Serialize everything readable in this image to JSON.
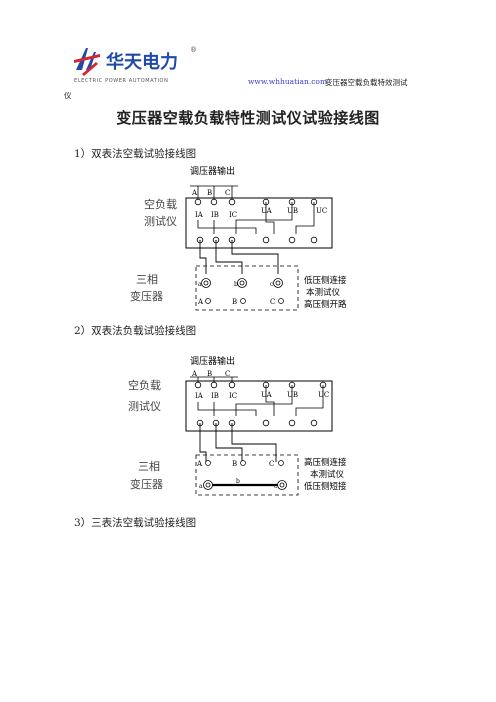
{
  "header": {
    "company": "华天电力",
    "company_en": "ELECTRIC POWER AUTOMATION",
    "registered": "®",
    "website": "www.whhuatian.com",
    "product": "变压器空载负载特效测试",
    "product_wrap": "仪"
  },
  "title": "变压器空载负载特性测试仪试验接线图",
  "sections": [
    {
      "heading": "1）双表法空载试验接线图",
      "diagram": {
        "output_label": "调压器输出",
        "phases": [
          "A",
          "B",
          "C"
        ],
        "instrument_label_1": "空负载",
        "instrument_label_2": "测试仪",
        "currents": [
          "IA",
          "IB",
          "IC"
        ],
        "voltages": [
          "UA",
          "UB",
          "UC"
        ],
        "transformer_label_1": "三相",
        "transformer_label_2": "变压器",
        "lower_terminals": [
          "a",
          "b",
          "c"
        ],
        "upper_terminals": [
          "A",
          "B",
          "C"
        ],
        "note_1": "低压侧连接",
        "note_2": "本测试仪",
        "note_3": "高压侧开路"
      }
    },
    {
      "heading": "2）双表法负载试验接线图",
      "diagram": {
        "output_label": "调压器输出",
        "phases": [
          "A",
          "B",
          "C"
        ],
        "instrument_label_1": "空负载",
        "instrument_label_2": "测试仪",
        "currents": [
          "IA",
          "IB",
          "IC"
        ],
        "voltages": [
          "UA",
          "UB",
          "UC"
        ],
        "transformer_label_1": "三相",
        "transformer_label_2": "变压器",
        "upper_terminals": [
          "A",
          "B",
          "C"
        ],
        "lower_terminals": [
          "a",
          "b",
          "c"
        ],
        "note_1": "高压侧连接",
        "note_2": "本测试仪",
        "note_3": "低压侧短接"
      }
    },
    {
      "heading": "3）三表法空载试验接线图"
    }
  ]
}
